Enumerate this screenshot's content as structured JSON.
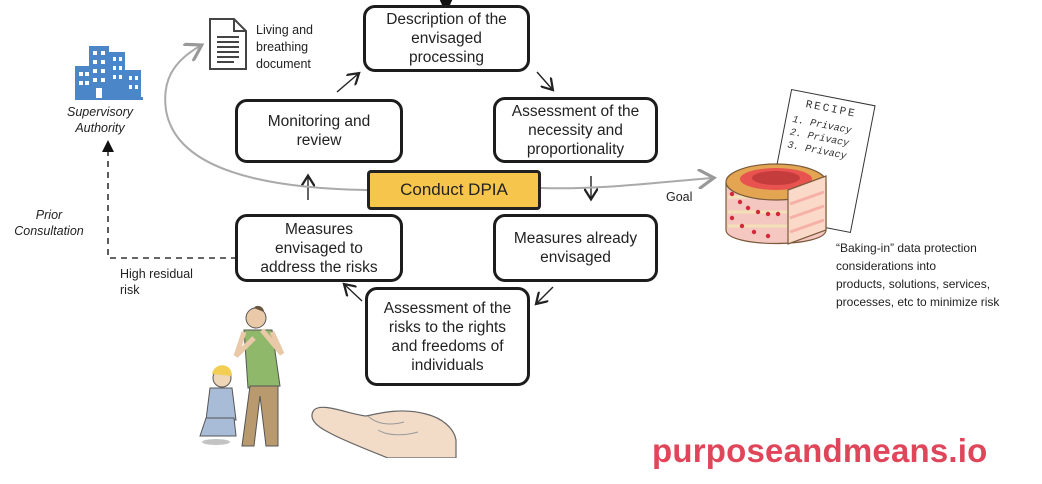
{
  "steps": {
    "description": "Description of the\nenvisaged\nprocessing",
    "necessity": "Assessment of the\nnecessity and\nproportionality",
    "measures_already": "Measures already\nenvisaged",
    "risks": "Assessment of the\nrisks to the rights\nand freedoms of\nindividuals",
    "measures_envisaged": "Measures\nenvisaged to\naddress the risks",
    "monitoring": "Monitoring and\nreview"
  },
  "center_label": "Conduct DPIA",
  "labels": {
    "living_doc": "Living and\nbreathing\ndocument",
    "supervisory": "Supervisory\nAuthority",
    "prior_consultation": "Prior\nConsultation",
    "high_residual": "High residual\nrisk",
    "goal": "Goal",
    "baking_in": "“Baking-in” data protection\nconsiderations into\nproducts, solutions, services,\nprocesses, etc to minimize risk"
  },
  "recipe": {
    "title": "RECIPE",
    "items": [
      "1. Privacy",
      "2. Privacy",
      "3. Privacy"
    ]
  },
  "brand": "purposeandmeans.io",
  "icons": [
    "document-icon",
    "building-icon",
    "cake-illustration",
    "recipe-card-illustration",
    "people-illustration",
    "hand-illustration"
  ],
  "colors": {
    "center_fill": "#f6c64c",
    "brand": "#e0465a",
    "building": "#4a86c8"
  }
}
